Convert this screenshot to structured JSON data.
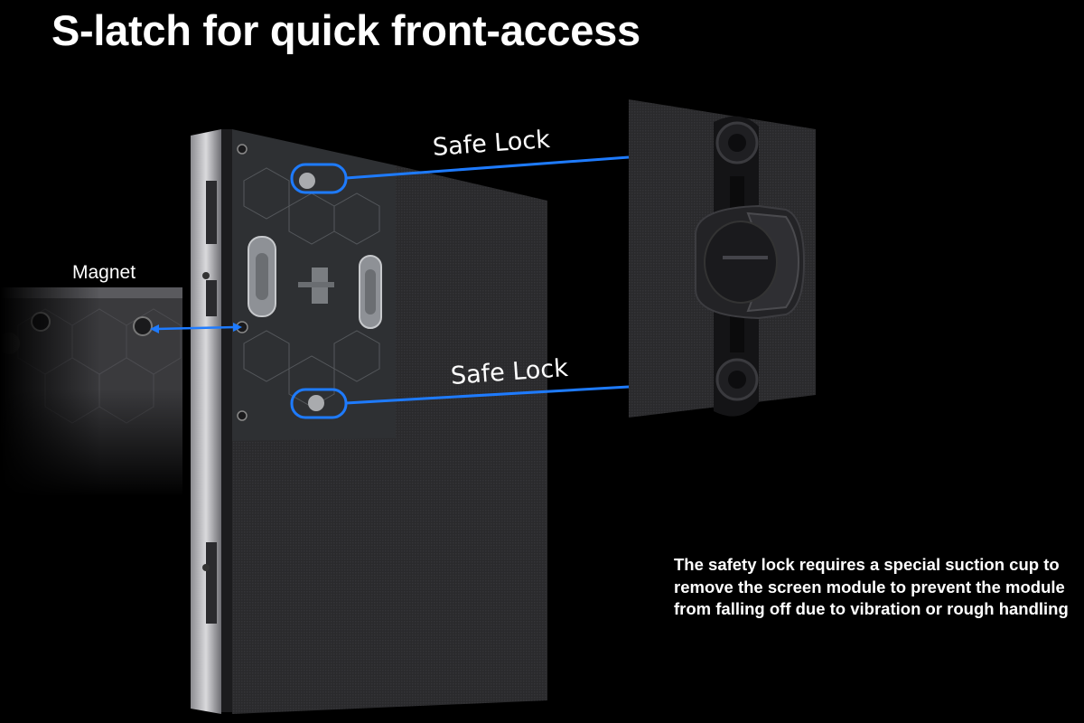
{
  "title": "S-latch for quick front-access",
  "labels": {
    "safe_lock_top": "Safe Lock",
    "safe_lock_bottom": "Safe Lock",
    "magnet": "Magnet"
  },
  "description": "The safety lock requires a special suction cup to remove the screen module to prevent the module from falling off due to vibration or rough handling",
  "colors": {
    "background": "#000000",
    "callout_line": "#1e7bff",
    "text": "#ffffff"
  }
}
